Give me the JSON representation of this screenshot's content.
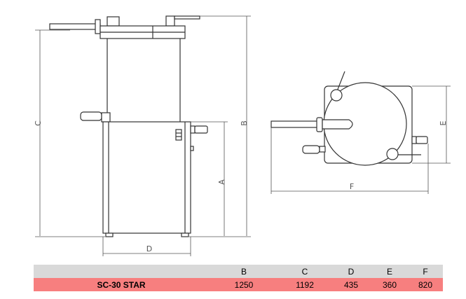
{
  "diagram": {
    "front_view": {
      "labels": {
        "A": "A",
        "B": "B",
        "C": "C",
        "D": "D"
      }
    },
    "top_view": {
      "labels": {
        "E": "E",
        "F": "F"
      }
    }
  },
  "table": {
    "headers": [
      "",
      "B",
      "C",
      "D",
      "E",
      "F"
    ],
    "rows": [
      {
        "model": "SC-30 STAR",
        "B": "1250",
        "C": "1192",
        "D": "435",
        "E": "360",
        "F": "820"
      }
    ]
  },
  "colors": {
    "header_bg": "#d9d9d9",
    "row_bg": "#f77f7f"
  }
}
